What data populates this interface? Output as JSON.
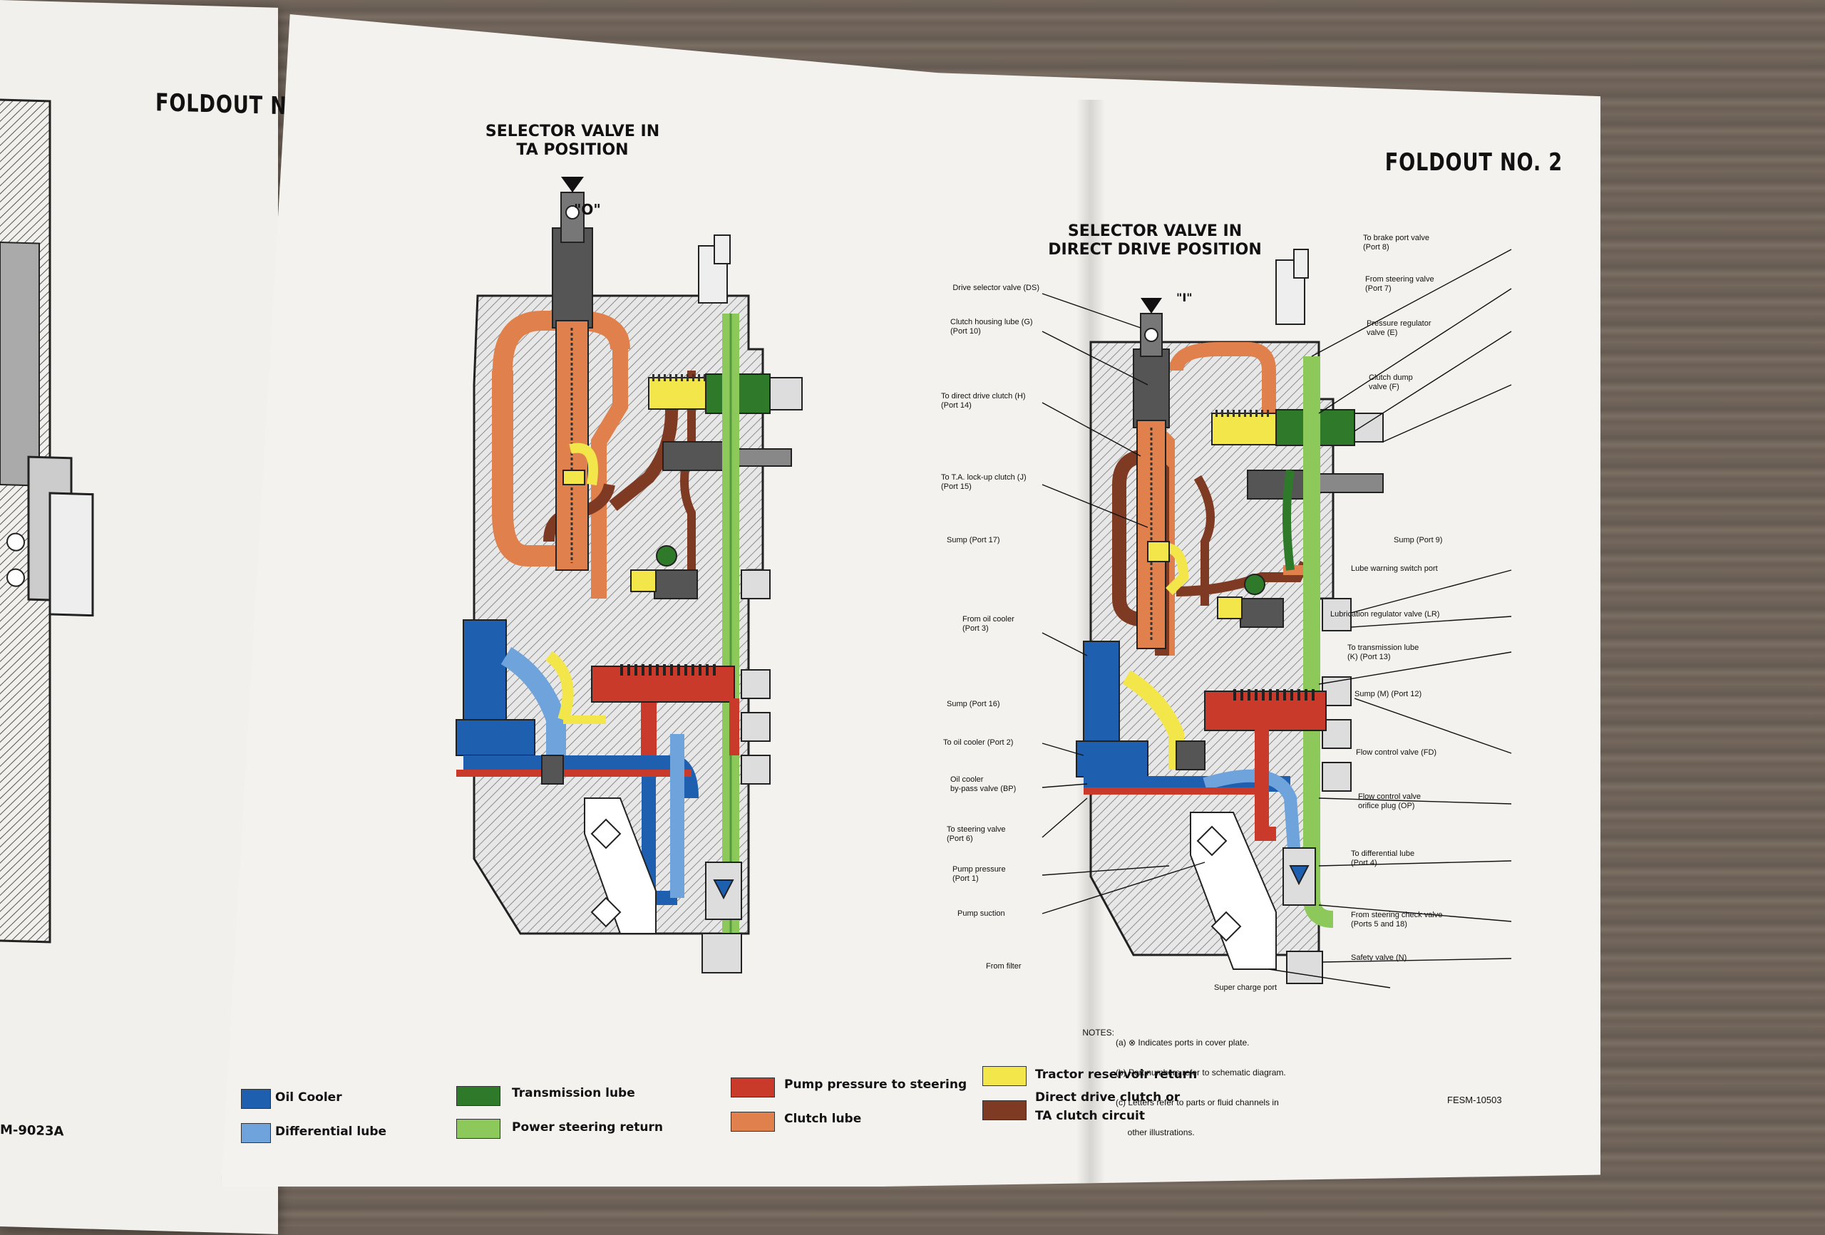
{
  "left_page": {
    "header": "FOLDOUT NO.",
    "figure_id": "M-9023A"
  },
  "main_page": {
    "header": "FOLDOUT NO. 2",
    "figure_id": "FESM-10503",
    "left_diagram": {
      "heading_line1": "SELECTOR VALVE IN",
      "heading_line2": "TA POSITION",
      "position_label": "\"O\""
    },
    "right_diagram": {
      "heading_line1": "SELECTOR VALVE IN",
      "heading_line2": "DIRECT DRIVE POSITION",
      "position_label": "\"I\""
    },
    "callouts_left": [
      [
        "Drive selector valve (DS)"
      ],
      [
        "Clutch housing lube (G)",
        "(Port 10)"
      ],
      [
        "To direct drive clutch (H)",
        "(Port 14)"
      ],
      [
        "To T.A. lock-up clutch (J)",
        "(Port 15)"
      ],
      [
        "Sump (Port 17)"
      ],
      [
        "From oil cooler",
        "(Port 3)"
      ],
      [
        "Sump (Port 16)"
      ],
      [
        "To oil cooler (Port 2)"
      ],
      [
        "Oil cooler",
        "by-pass valve (BP)"
      ],
      [
        "To steering valve",
        "(Port 6)"
      ],
      [
        "Pump pressure",
        "(Port 1)"
      ],
      [
        "Pump suction"
      ],
      [
        "From filter"
      ]
    ],
    "callouts_right": [
      [
        "To brake port valve",
        "(Port 8)"
      ],
      [
        "From steering valve",
        "(Port 7)"
      ],
      [
        "Pressure regulator",
        "valve (E)"
      ],
      [
        "Clutch dump",
        "valve (F)"
      ],
      [
        "Sump (Port 9)"
      ],
      [
        "Lube warning switch port"
      ],
      [
        "Lubrication regulator valve (LR)"
      ],
      [
        "To transmission lube",
        "(K) (Port 13)"
      ],
      [
        "Sump (M) (Port 12)"
      ],
      [
        "Flow control valve (FD)"
      ],
      [
        "Flow control valve",
        "orifice plug (OP)"
      ],
      [
        "To differential lube",
        "(Port 4)"
      ],
      [
        "From steering check valve",
        "(Ports 5 and 18)"
      ],
      [
        "Safety valve (N)"
      ],
      [
        "Super charge port"
      ]
    ],
    "notes": {
      "label": "NOTES:",
      "a": "(a) ⊗ Indicates ports in cover plate.",
      "b": "(b) Port numbers refer to schematic diagram.",
      "c1": "(c) Letters refer to parts or fluid channels in",
      "c2": "     other illustrations."
    },
    "legend": [
      {
        "label": "Oil Cooler",
        "color": "#1f5fb0"
      },
      {
        "label": "Differential lube",
        "color": "#6fa3dc"
      },
      {
        "label": "Transmission lube",
        "color": "#2f7a2a"
      },
      {
        "label": "Power steering return",
        "color": "#8cc95a"
      },
      {
        "label": "Pump pressure to steering",
        "color": "#c93a2b"
      },
      {
        "label": "Clutch lube",
        "color": "#e0804c"
      },
      {
        "label": "Tractor reservoir return",
        "color": "#f3e64a"
      },
      {
        "label": "Direct drive clutch or",
        "color": "#7e3a22"
      },
      {
        "label": "TA clutch circuit",
        "color": ""
      }
    ]
  }
}
